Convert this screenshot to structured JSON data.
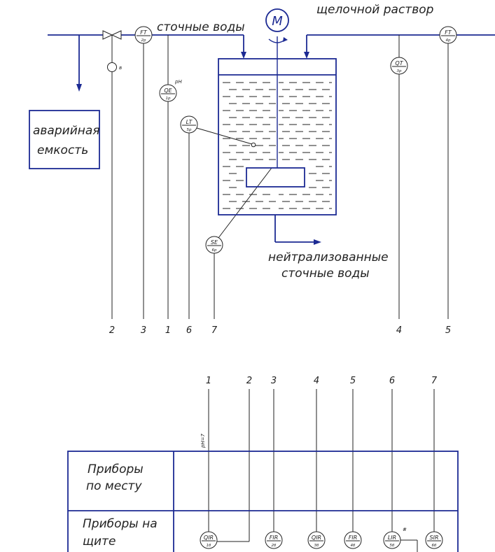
{
  "labels": {
    "wastewater_top": "сточные воды",
    "alkaline": "щелочной раствор",
    "emergency_line1": "аварийная",
    "emergency_line2": "емкость",
    "neutralized_line1": "нейтрализованные",
    "neutralized_line2": "сточные воды",
    "motor": "M",
    "valve_ref": "в",
    "ph_note": "pH",
    "ph7_note": "pH=7",
    "hash_note": "#"
  },
  "field_instruments": [
    {
      "name": "FT",
      "pos": "2р"
    },
    {
      "name": "QE",
      "pos": "1р"
    },
    {
      "name": "LT",
      "pos": "5р"
    },
    {
      "name": "SE",
      "pos": "6р"
    },
    {
      "name": "QT",
      "pos": "3р"
    },
    {
      "name": "FT",
      "pos": "4р"
    }
  ],
  "line_numbers_top": [
    "2",
    "3",
    "1",
    "6",
    "7",
    "4",
    "5"
  ],
  "line_numbers_bottom": [
    "1",
    "2",
    "3",
    "4",
    "5",
    "6",
    "7"
  ],
  "table": {
    "row1_line1": "Приборы",
    "row1_line2": "по месту",
    "row2_line1": "Приборы на",
    "row2_line2": "щите"
  },
  "panel_instruments": [
    {
      "name": "QIR",
      "pos": "1б"
    },
    {
      "name": "FIR",
      "pos": "2б"
    },
    {
      "name": "QIR",
      "pos": "3б"
    },
    {
      "name": "FIR",
      "pos": "4б"
    },
    {
      "name": "LIR",
      "pos": "5б"
    },
    {
      "name": "SIR",
      "pos": "6б"
    }
  ],
  "colors": {
    "lines": "#1c2a93",
    "ink": "#222222",
    "background": "#ffffff"
  }
}
